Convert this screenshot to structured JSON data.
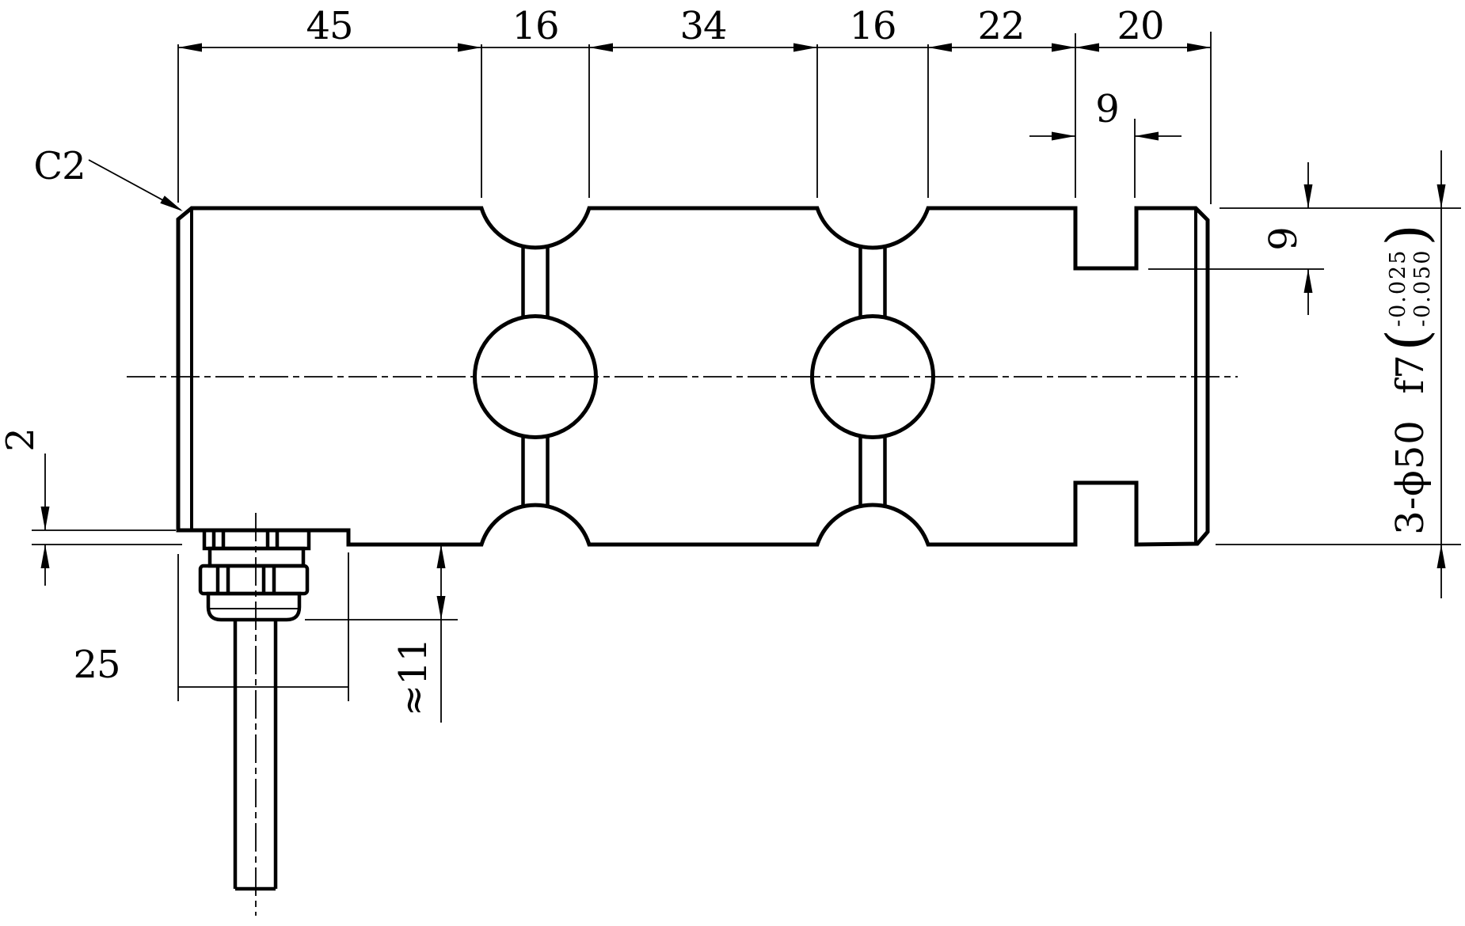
{
  "drawing": {
    "chamfer_label": "C2",
    "top_chain": [
      "45",
      "16",
      "34",
      "16",
      "22",
      "20"
    ],
    "slot_width": "9",
    "slot_depth": "9",
    "diameter_label": "3-ϕ50  f7",
    "paren_open": "(",
    "paren_close": ")",
    "tolerance_upper": "-0.025",
    "tolerance_lower": "-0.050",
    "step_height": "2",
    "cable_offset": "25",
    "gland_protrusion": "≈11"
  },
  "colors": {
    "line": "#000000",
    "background": "#ffffff"
  }
}
